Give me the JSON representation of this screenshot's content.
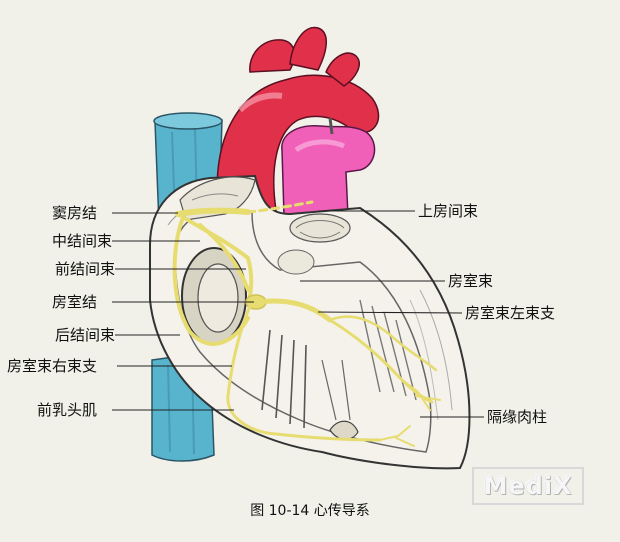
{
  "labels": {
    "sinoatrial_node": "窦房结",
    "middle_internodal": "中结间束",
    "anterior_internodal": "前结间束",
    "av_node": "房室结",
    "posterior_internodal": "后结间束",
    "right_bundle_branch": "房室束右束支",
    "anterior_papillary": "前乳头肌",
    "superior_interatrial": "上房间束",
    "av_bundle": "房室束",
    "left_bundle_branch": "房室束左束支",
    "septomarginal_trabecula": "隔缘肉柱"
  },
  "caption": "图 10-14  心传导系",
  "watermark": "MediX",
  "colors": {
    "background": "#f1f1ea",
    "aorta": "#e0304a",
    "pulmonary_trunk": "#f060b8",
    "vena_cava": "#58b4cc",
    "conduction": "#e7dc70",
    "outline": "#333333"
  }
}
